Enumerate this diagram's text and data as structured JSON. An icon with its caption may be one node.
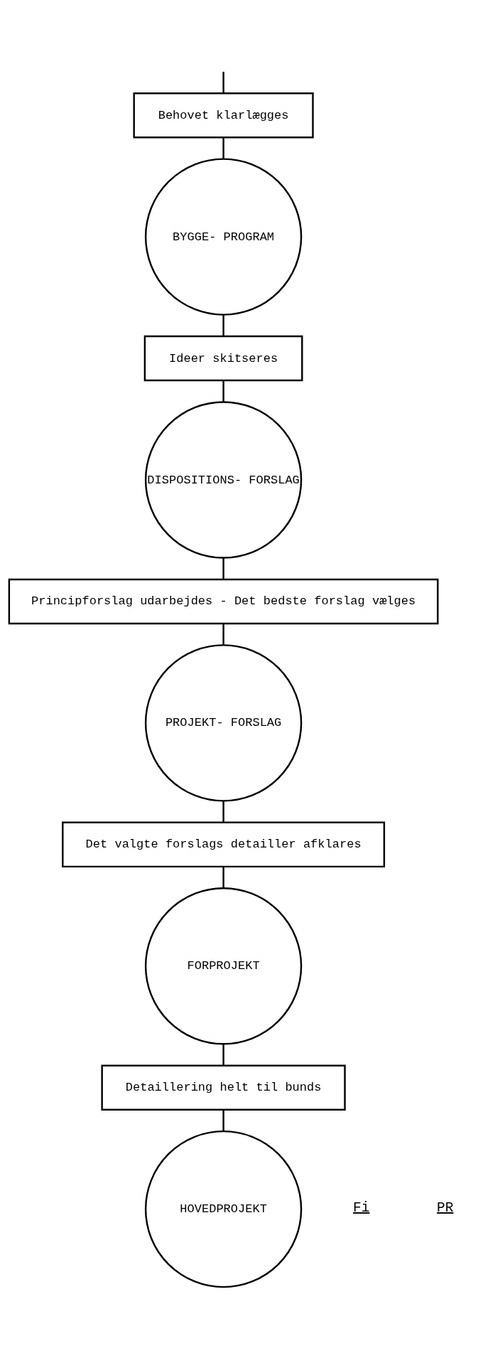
{
  "diagram": {
    "nodes": [
      {
        "text": [
          "Behovet klarlægges"
        ]
      },
      {
        "text": [
          "BYGGE- PROGRAM"
        ]
      },
      {
        "text": [
          "Ideer skitseres"
        ]
      },
      {
        "text": [
          "DISPOSITIONS- FORSLAG"
        ]
      },
      {
        "text": [
          "Principforslag udarbejdes - Det bedste forslag vælges"
        ]
      },
      {
        "text": [
          "PROJEKT- FORSLAG"
        ]
      },
      {
        "text": [
          "Det valgte forslags detailler afklares"
        ]
      },
      {
        "text": [
          "FORPROJEKT"
        ]
      },
      {
        "text": [
          "Detaillering helt til bunds"
        ]
      },
      {
        "text": [
          "HOVEDPROJEKT"
        ]
      }
    ],
    "edges": [
      {
        "from": null,
        "to": 0,
        "arrow": "none"
      },
      {
        "from": 0,
        "to": 1,
        "arrow": "none"
      },
      {
        "from": 1,
        "to": 2,
        "arrow": "none"
      },
      {
        "from": 2,
        "to": 3,
        "arrow": "none"
      },
      {
        "from": 3,
        "to": 4,
        "arrow": "none"
      },
      {
        "from": 4,
        "to": 5,
        "arrow": "none"
      },
      {
        "from": 5,
        "to": 6,
        "arrow": "none"
      },
      {
        "from": 6,
        "to": 7,
        "arrow": "none"
      },
      {
        "from": 7,
        "to": 8,
        "arrow": "none"
      },
      {
        "from": 8,
        "to": 9,
        "arrow": "none"
      }
    ],
    "labels": [
      "Fi",
      "PR"
    ]
  }
}
